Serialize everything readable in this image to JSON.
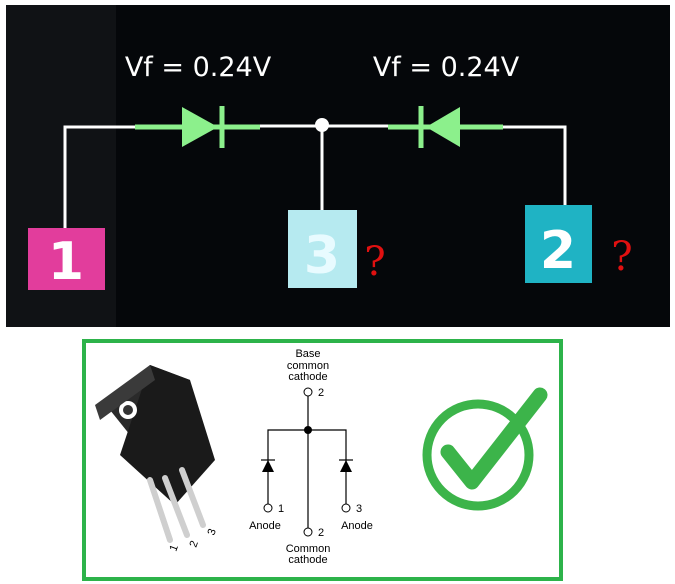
{
  "tester_screen": {
    "diode_left_label": "Vf = 0.24V",
    "diode_right_label": "Vf = 0.24V",
    "pins": [
      {
        "label": "1",
        "color": "#e23d9c"
      },
      {
        "label": "3",
        "color": "#b6eaf0"
      },
      {
        "label": "2",
        "color": "#1fb3c4"
      }
    ],
    "question_mark": "?",
    "wire_color": "#ffffff",
    "diode_color": "#8cf08c"
  },
  "datasheet": {
    "top_label_line1": "Base",
    "top_label_line2": "common",
    "top_label_line3": "cathode",
    "top_pin": "2",
    "left_pin": "1",
    "left_label": "Anode",
    "right_pin": "3",
    "right_label": "Anode",
    "bottom_pin": "2",
    "bottom_label_line1": "Common",
    "bottom_label_line2": "cathode",
    "package_pins": [
      "1",
      "2",
      "3"
    ],
    "border_color": "#2db34a",
    "check_color": "#3cb44a"
  }
}
